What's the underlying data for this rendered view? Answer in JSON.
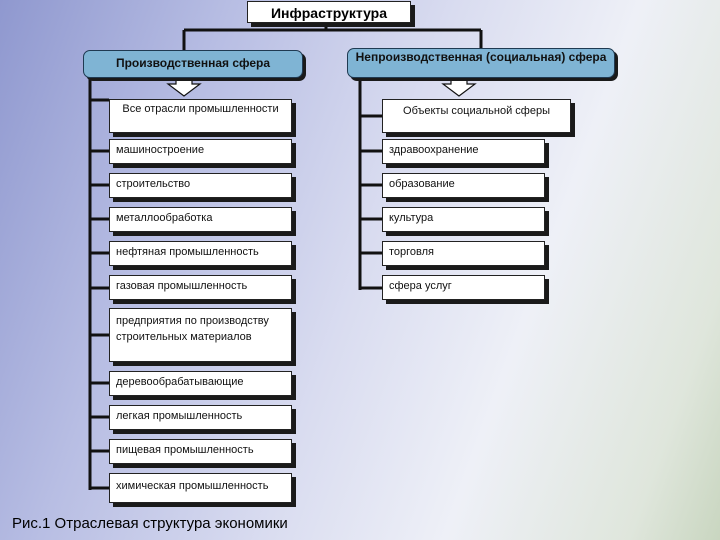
{
  "title": "Инфраструктура",
  "sectors": {
    "production": {
      "label": "Производственная сфера",
      "header": "Все отрасли промышленности",
      "items": [
        "машиностроение",
        "строительство",
        "металлообработка",
        "нефтяная промышленность",
        "газовая промышленность",
        "предприятия по производству строительных материалов",
        "деревообрабатывающие",
        "легкая промышленность",
        "пищевая промышленность",
        "химическая промышленность"
      ]
    },
    "nonproduction": {
      "label": "Непроизводственная (социальная) сфера",
      "header": "Объекты социальной сферы",
      "items": [
        "здравоохранение",
        "образование",
        "культура",
        "торговля",
        "сфера услуг"
      ]
    }
  },
  "caption": "Рис.1 Отраслевая структура экономики"
}
